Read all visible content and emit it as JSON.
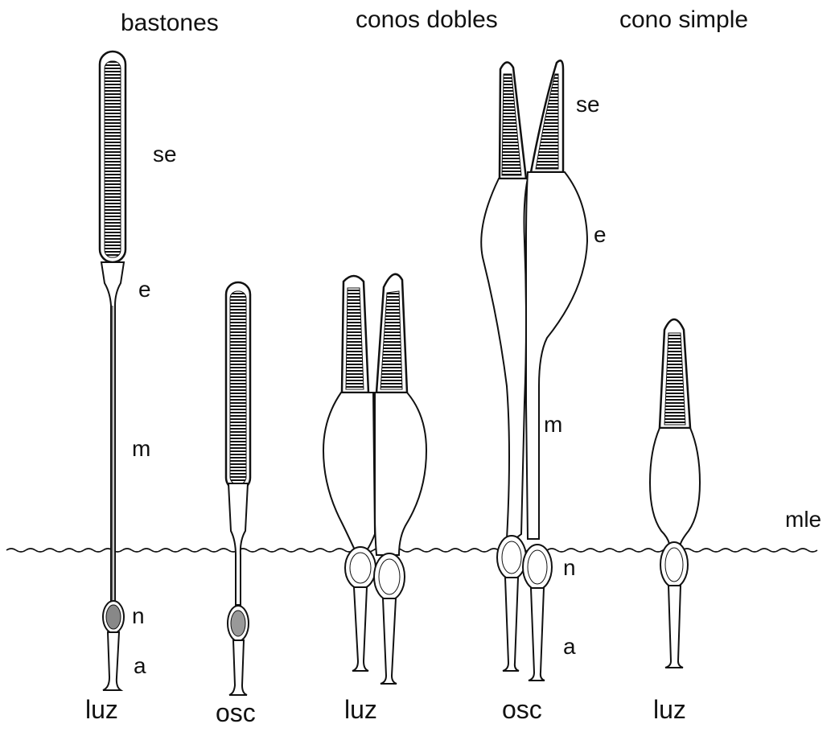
{
  "headers": {
    "rods": "bastones",
    "double_cones": "conos dobles",
    "single_cone": "cono simple"
  },
  "part_labels": {
    "rod_se": "se",
    "rod_e": "e",
    "rod_m": "m",
    "rod_n": "n",
    "rod_a": "a",
    "cone_se": "se",
    "cone_e": "e",
    "cone_m": "m",
    "cone_n": "n",
    "cone_a": "a",
    "mle": "mle"
  },
  "conditions": {
    "rod_light": "luz",
    "rod_dark": "osc",
    "double_light": "luz",
    "double_dark": "osc",
    "single_light": "luz"
  },
  "colors": {
    "ink": "#111111",
    "background": "#ffffff",
    "cell_fill": "#ffffff"
  }
}
